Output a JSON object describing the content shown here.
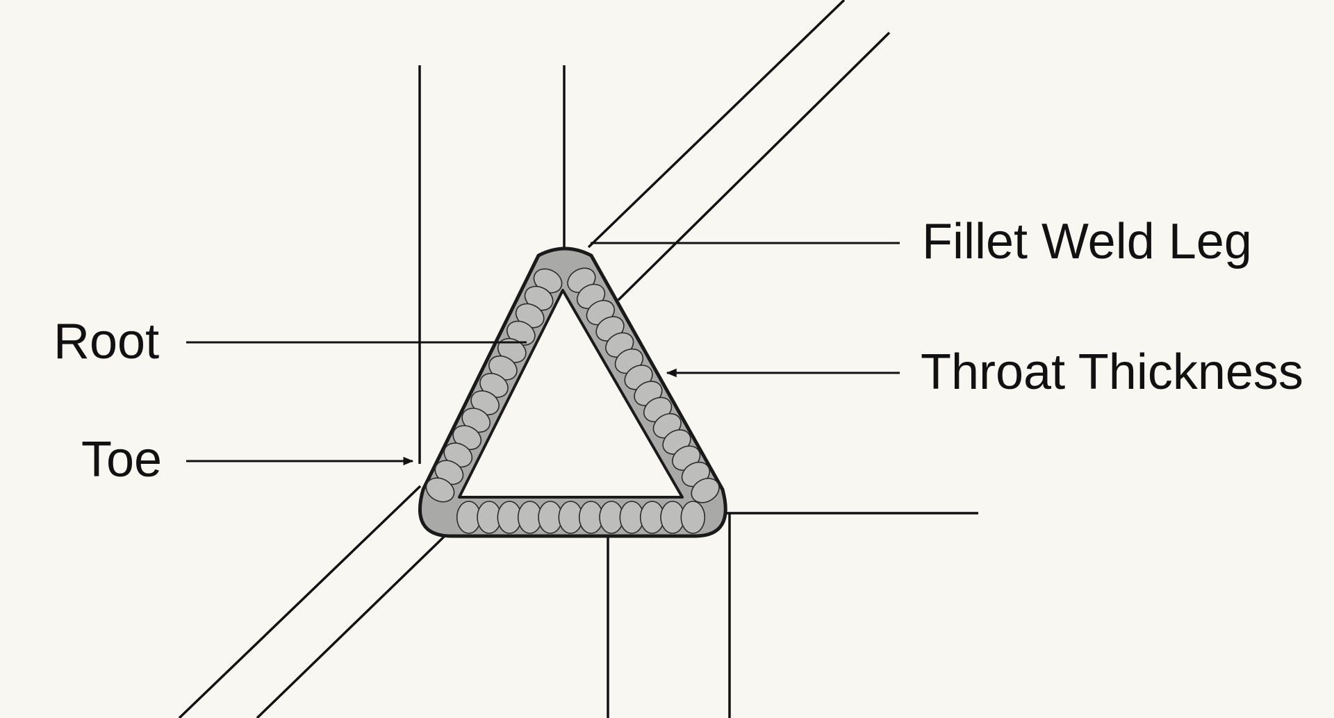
{
  "labels": {
    "root": "Root",
    "toe": "Toe",
    "fillet_weld_leg": "Fillet Weld Leg",
    "throat_thickness": "Throat Thickness"
  },
  "colors": {
    "background": "#f8f7f2",
    "line": "#111111",
    "weld_fill": "#a9a9a7",
    "bead_fill": "#bdbdbb"
  }
}
